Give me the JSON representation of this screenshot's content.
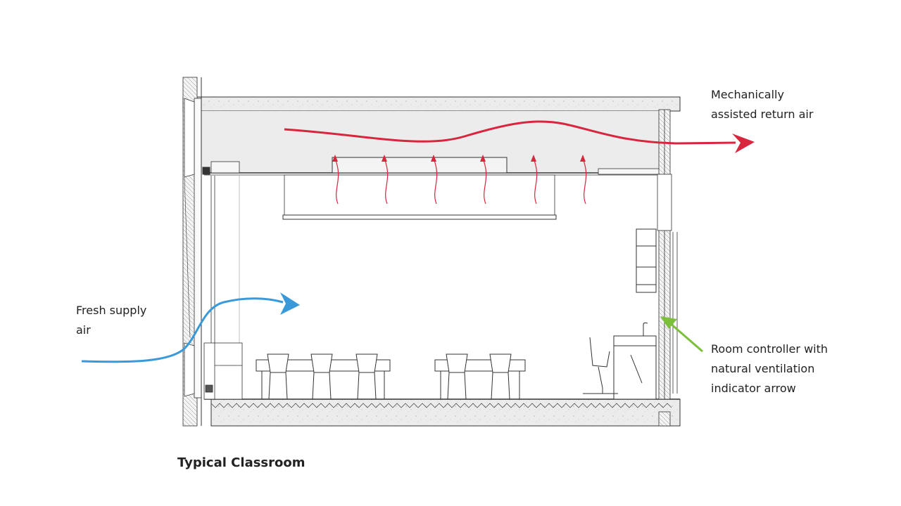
{
  "labels": {
    "return_air": "Mechanically\nassisted return air",
    "supply_air": "Fresh supply\nair",
    "room_controller": "Room controller with\nnatural ventilation\nindicator arrow"
  },
  "title": "Typical Classroom",
  "colors": {
    "return_air": "#d7263d",
    "supply_air": "#3a9ad9",
    "indicator": "#7cbf3a",
    "linework": "#333333",
    "slab_fill": "#ececec"
  }
}
